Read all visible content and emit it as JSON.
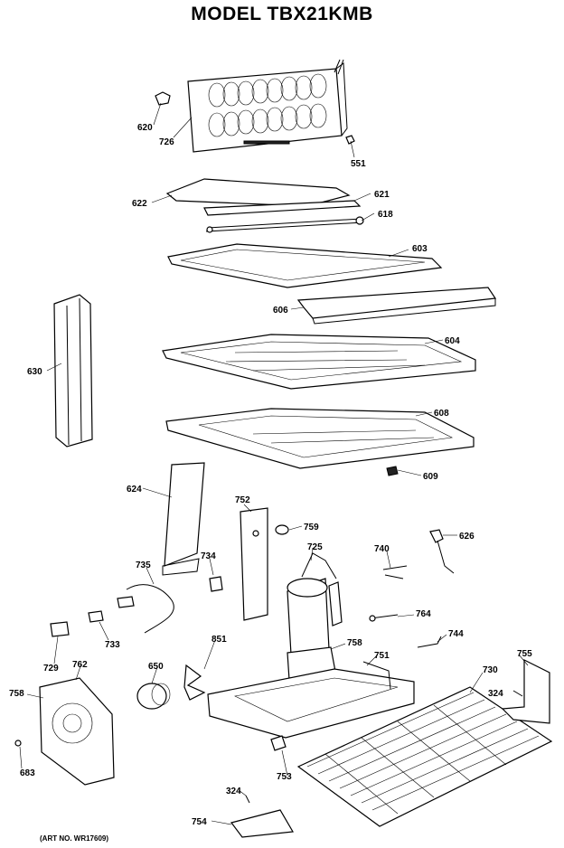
{
  "title": "MODEL TBX21KMB",
  "art_no": "(ART NO. WR17609)",
  "parts": [
    {
      "id": "p620",
      "label": "620",
      "name": "part-620"
    },
    {
      "id": "p726",
      "label": "726",
      "name": "part-726"
    },
    {
      "id": "p551",
      "label": "551",
      "name": "part-551"
    },
    {
      "id": "p622",
      "label": "622",
      "name": "part-622"
    },
    {
      "id": "p621",
      "label": "621",
      "name": "part-621"
    },
    {
      "id": "p618",
      "label": "618",
      "name": "part-618"
    },
    {
      "id": "p603",
      "label": "603",
      "name": "part-603"
    },
    {
      "id": "p606",
      "label": "606",
      "name": "part-606"
    },
    {
      "id": "p604",
      "label": "604",
      "name": "part-604"
    },
    {
      "id": "p630",
      "label": "630",
      "name": "part-630"
    },
    {
      "id": "p608",
      "label": "608",
      "name": "part-608"
    },
    {
      "id": "p609",
      "label": "609",
      "name": "part-609"
    },
    {
      "id": "p624",
      "label": "624",
      "name": "part-624"
    },
    {
      "id": "p752",
      "label": "752",
      "name": "part-752"
    },
    {
      "id": "p759",
      "label": "759",
      "name": "part-759"
    },
    {
      "id": "p626",
      "label": "626",
      "name": "part-626"
    },
    {
      "id": "p725",
      "label": "725",
      "name": "part-725"
    },
    {
      "id": "p740",
      "label": "740",
      "name": "part-740"
    },
    {
      "id": "p735",
      "label": "735",
      "name": "part-735"
    },
    {
      "id": "p734",
      "label": "734",
      "name": "part-734"
    },
    {
      "id": "p764",
      "label": "764",
      "name": "part-764"
    },
    {
      "id": "p733",
      "label": "733",
      "name": "part-733"
    },
    {
      "id": "p744",
      "label": "744",
      "name": "part-744"
    },
    {
      "id": "p758a",
      "label": "758",
      "name": "part-758-motor"
    },
    {
      "id": "p751",
      "label": "751",
      "name": "part-751"
    },
    {
      "id": "p851",
      "label": "851",
      "name": "part-851"
    },
    {
      "id": "p755",
      "label": "755",
      "name": "part-755"
    },
    {
      "id": "p729",
      "label": "729",
      "name": "part-729"
    },
    {
      "id": "p762",
      "label": "762",
      "name": "part-762"
    },
    {
      "id": "p650",
      "label": "650",
      "name": "part-650"
    },
    {
      "id": "p730",
      "label": "730",
      "name": "part-730"
    },
    {
      "id": "p324a",
      "label": "324",
      "name": "part-324-bracket"
    },
    {
      "id": "p758b",
      "label": "758",
      "name": "part-758-housing"
    },
    {
      "id": "p683",
      "label": "683",
      "name": "part-683"
    },
    {
      "id": "p753",
      "label": "753",
      "name": "part-753"
    },
    {
      "id": "p324b",
      "label": "324",
      "name": "part-324-bottom"
    },
    {
      "id": "p754",
      "label": "754",
      "name": "part-754"
    }
  ]
}
